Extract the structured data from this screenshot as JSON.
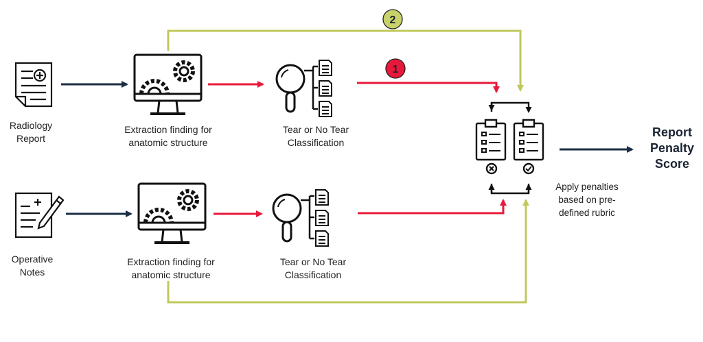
{
  "inputs": {
    "radiology": [
      "Radiology",
      "Report"
    ],
    "operative": [
      "Operative",
      "Notes"
    ]
  },
  "extraction": {
    "top": [
      "Extraction finding for",
      "anatomic structure"
    ],
    "bottom": [
      "Extraction finding for",
      "anatomic structure"
    ]
  },
  "classification": {
    "top": [
      "Tear or No Tear",
      "Classification"
    ],
    "bottom": [
      "Tear or No Tear",
      "Classification"
    ]
  },
  "penalties": [
    "Apply penalties",
    "based on pre-",
    "defined rubric"
  ],
  "result": [
    "Report",
    "Penalty",
    "Score"
  ],
  "markers": {
    "one": "1",
    "two": "2"
  },
  "colors": {
    "navy": "#1b2d45",
    "red": "#e8183a",
    "olive": "#bfc85a",
    "icon": "#111111"
  },
  "icons": [
    "document-plus-icon",
    "notes-pen-icon",
    "monitor-gears-icon",
    "magnifier-docs-icon",
    "clipboards-icon"
  ]
}
